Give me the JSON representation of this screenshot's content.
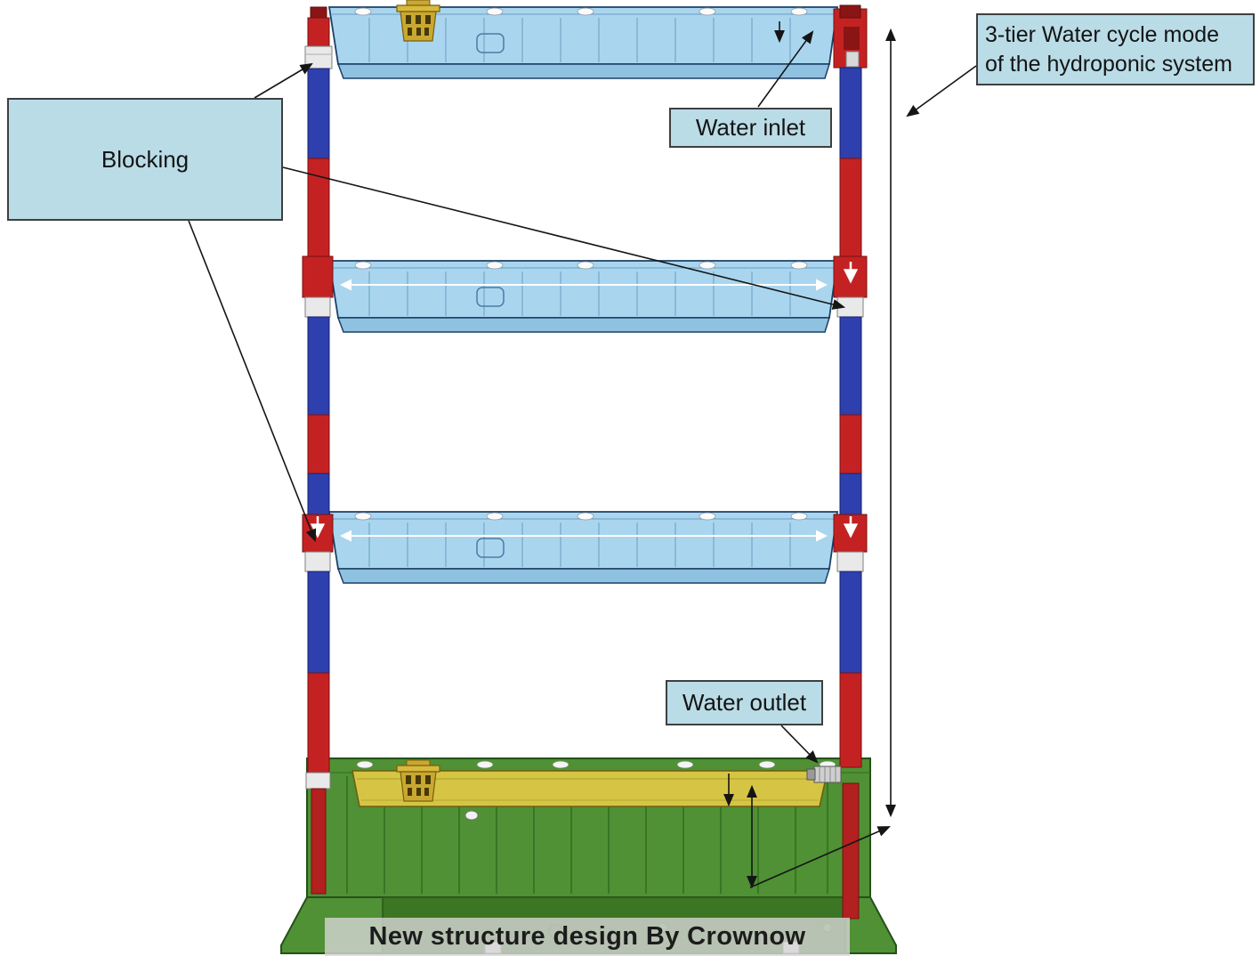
{
  "labels": {
    "title_line1": "3-tier Water cycle mode",
    "title_line2": "of the hydroponic system",
    "blocking": "Blocking",
    "water_inlet": "Water inlet",
    "water_outlet": "Water outlet"
  },
  "caption": "New structure design By Crownow",
  "diagram": {
    "type": "hydroponic-system-section-view",
    "tiers": 3,
    "parts": [
      "tray-tier-1",
      "tray-tier-2",
      "tray-tier-3",
      "left-pipe",
      "right-pipe",
      "reservoir-base",
      "yellow-inner-tray",
      "planting-basket",
      "water-inlet-fitting",
      "water-outlet-connector"
    ]
  },
  "colors": {
    "label_bg": "#badce7",
    "tray_blue": "#a9d6ee",
    "tray_blue_dark": "#8fc2e0",
    "pipe_blue": "#2e3fae",
    "pipe_red": "#c42222",
    "base_green": "#4f9134",
    "inner_tray_yellow": "#d6c544",
    "caption_bg": "#d6d6d6"
  }
}
